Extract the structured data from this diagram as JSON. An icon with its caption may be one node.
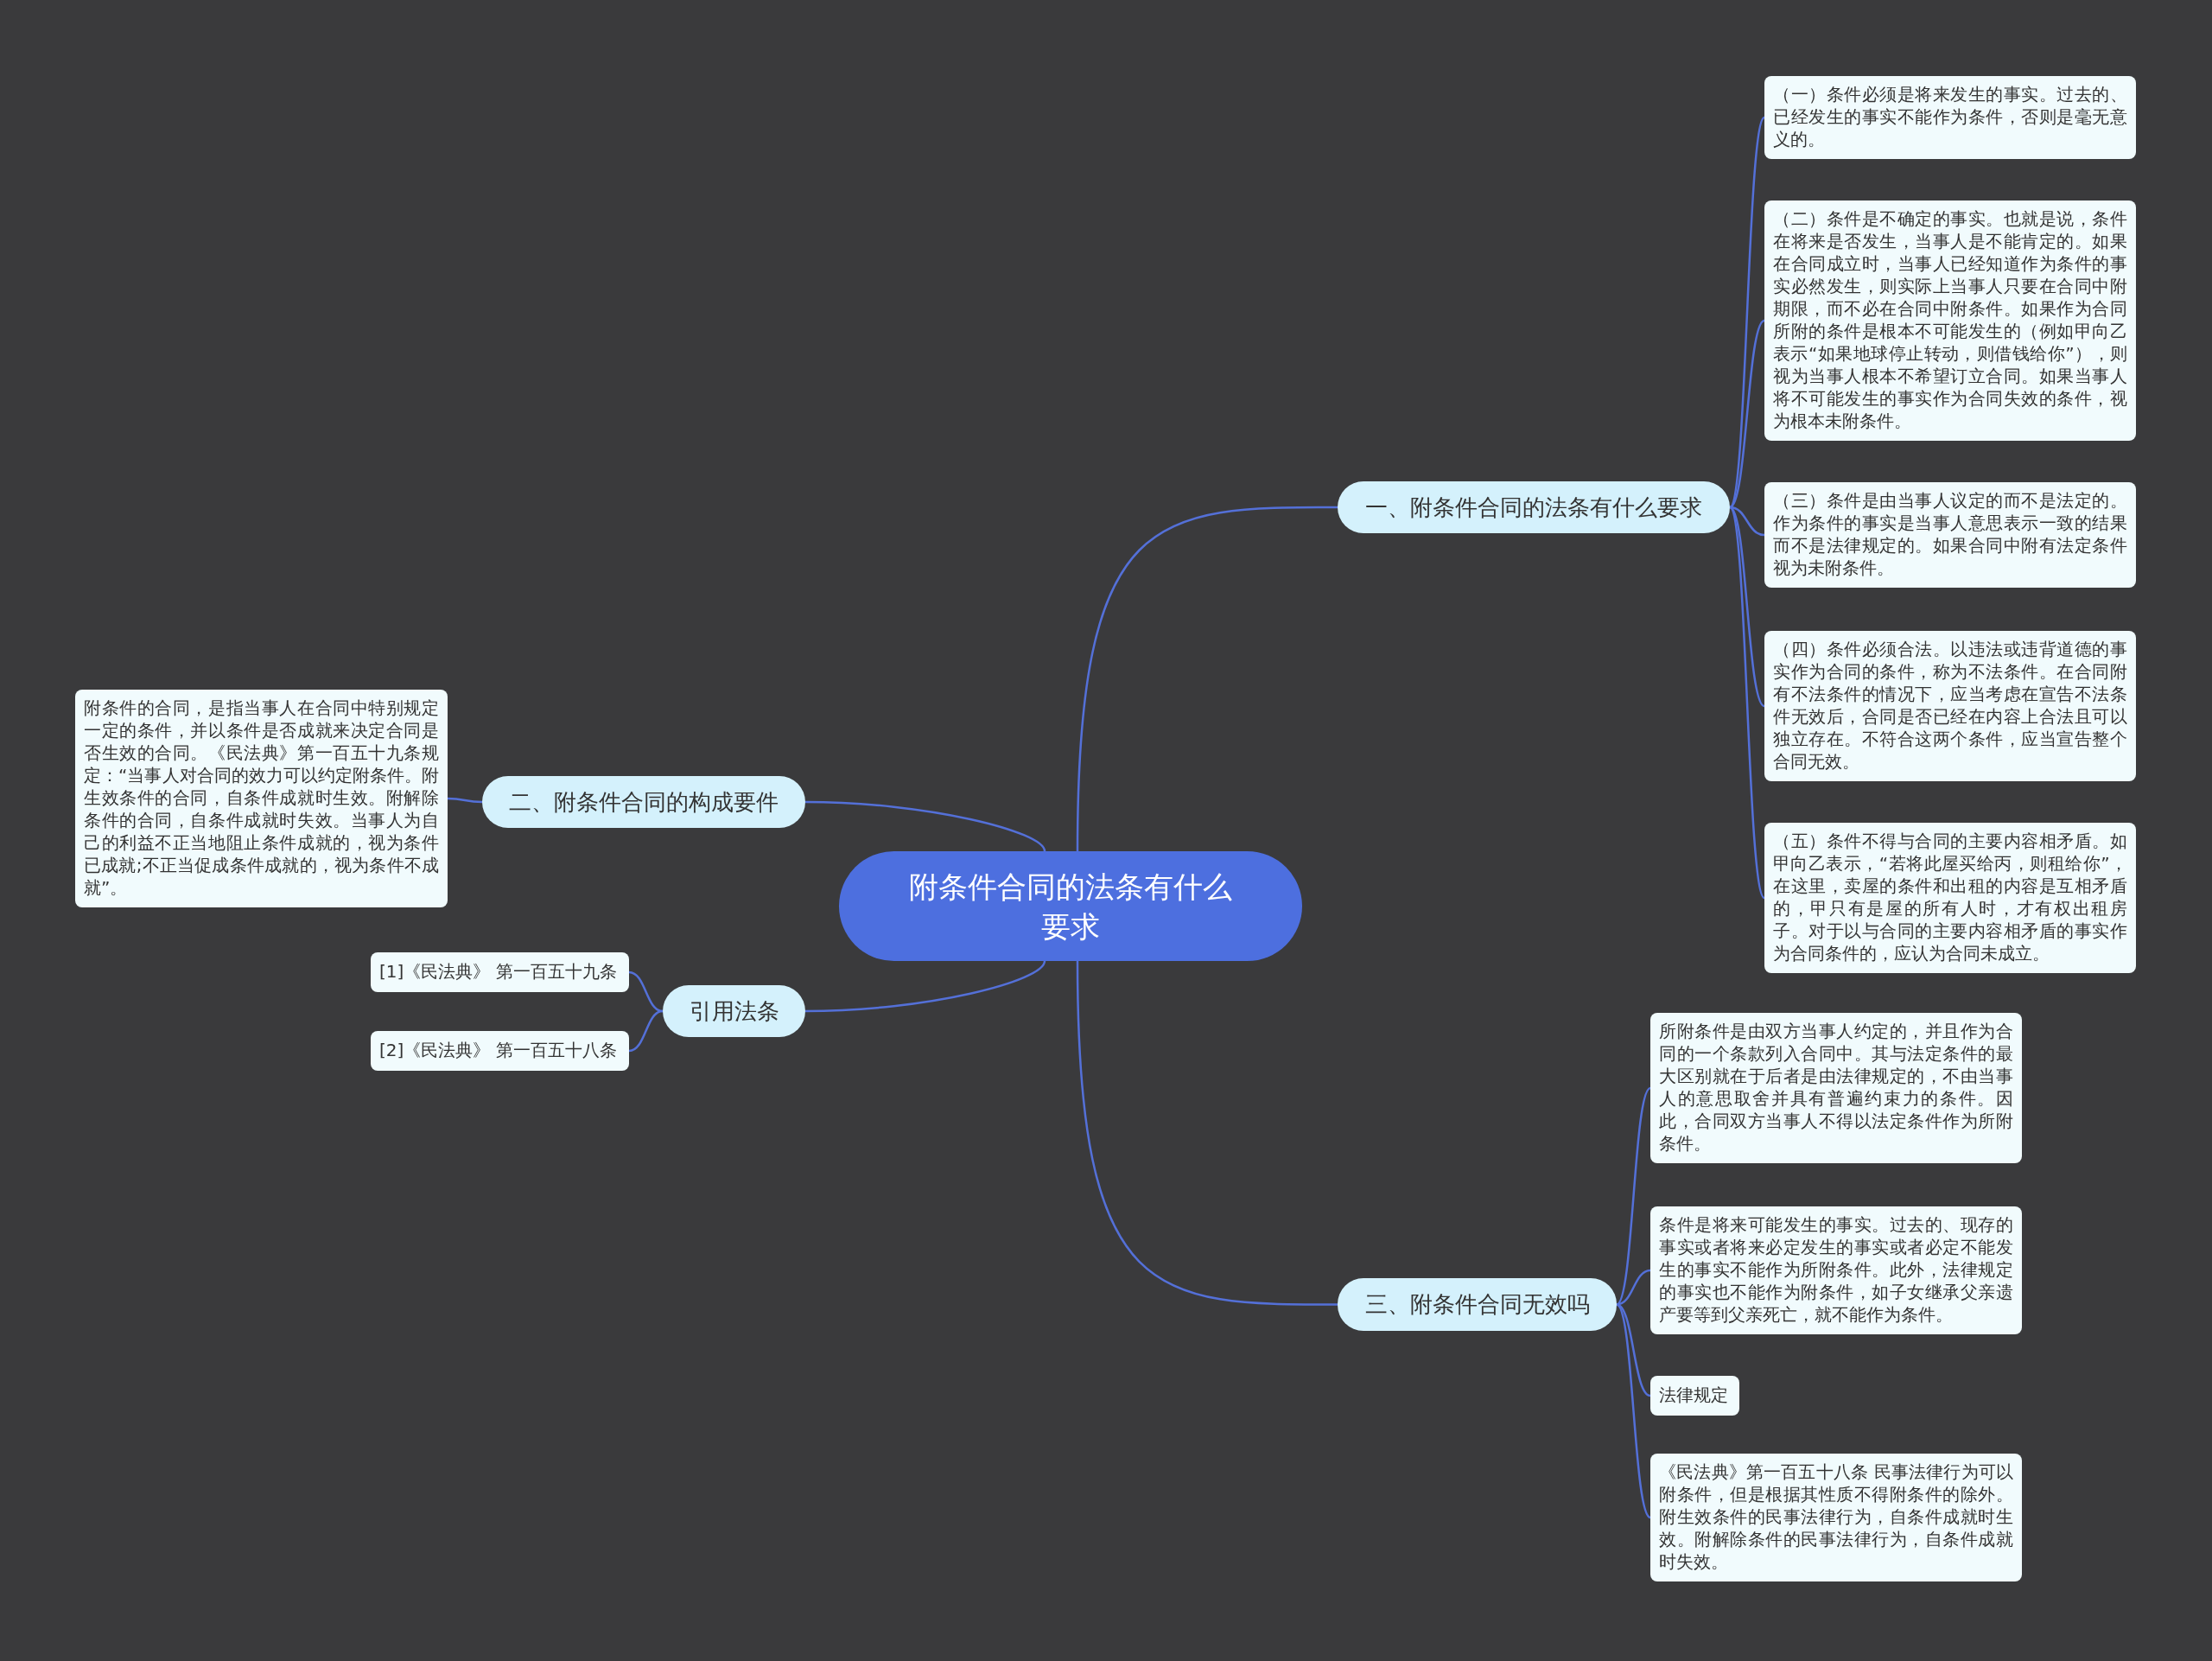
{
  "diagram": {
    "nodes": [
      {
        "text": [
          "附条件合同的法条有什么要求"
        ]
      },
      {
        "text": [
          "一、附条件合同的法条有什么要求"
        ]
      },
      {
        "text": [
          "（一）条件必须是将来发生的事实。过去的、已经发生的事实不能作为条件，否则是毫无意义的。"
        ]
      },
      {
        "text": [
          "（二）条件是不确定的事实。也就是说，条件在将来是否发生，当事人是不能肯定的。如果在合同成立时，当事人已经知道作为条件的事实必然发生，则实际上当事人只要在合同中附期限，而不必在合同中附条件。如果作为合同所附的条件是根本不可能发生的（例如甲向乙表示“如果地球停止转动，则借钱给你”），则视为当事人根本不希望订立合同。如果当事人将不可能发生的事实作为合同失效的条件，视为根本未附条件。"
        ]
      },
      {
        "text": [
          "（三）条件是由当事人议定的而不是法定的。作为条件的事实是当事人意思表示一致的结果而不是法律规定的。如果合同中附有法定条件视为未附条件。"
        ]
      },
      {
        "text": [
          "（四）条件必须合法。以违法或违背道德的事实作为合同的条件，称为不法条件。在合同附有不法条件的情况下，应当考虑在宣告不法条件无效后，合同是否已经在内容上合法且可以独立存在。不符合这两个条件，应当宣告整个合同无效。"
        ]
      },
      {
        "text": [
          "（五）条件不得与合同的主要内容相矛盾。如甲向乙表示，“若将此屋买给丙，则租给你”，在这里，卖屋的条件和出租的内容是互相矛盾的，甲只有是屋的所有人时，才有权出租房子。对于以与合同的主要内容相矛盾的事实作为合同条件的，应认为合同未成立。"
        ]
      },
      {
        "text": [
          "二、附条件合同的构成要件"
        ]
      },
      {
        "text": [
          "附条件的合同，是指当事人在合同中特别规定一定的条件，并以条件是否成就来决定合同是否生效的合同。《民法典》第一百五十九条规定：“当事人对合同的效力可以约定附条件。附生效条件的合同，自条件成就时生效。附解除条件的合同，自条件成就时失效。当事人为自己的利益不正当地阻止条件成就的，视为条件已成就;不正当促成条件成就的，视为条件不成就”。"
        ]
      },
      {
        "text": [
          "引用法条"
        ]
      },
      {
        "text": [
          "[1]《民法典》 第一百五十九条"
        ]
      },
      {
        "text": [
          "[2]《民法典》 第一百五十八条"
        ]
      },
      {
        "text": [
          "三、附条件合同无效吗"
        ]
      },
      {
        "text": [
          "所附条件是由双方当事人约定的，并且作为合同的一个条款列入合同中。其与法定条件的最大区别就在于后者是由法律规定的，不由当事人的意思取舍并具有普遍约束力的条件。因此，合同双方当事人不得以法定条件作为所附条件。"
        ]
      },
      {
        "text": [
          "条件是将来可能发生的事实。过去的、现存的事实或者将来必定发生的事实或者必定不能发生的事实不能作为所附条件。此外，法律规定的事实也不能作为附条件，如子女继承父亲遗产要等到父亲死亡，就不能作为条件。"
        ]
      },
      {
        "text": [
          "法律规定"
        ]
      },
      {
        "text": [
          "《民法典》第一百五十八条 民事法律行为可以附条件，但是根据其性质不得附条件的除外。附生效条件的民事法律行为，自条件成就时生效。附解除条件的民事法律行为，自条件成就时失效。"
        ]
      }
    ],
    "edges": [
      {
        "from": 0,
        "to": 1,
        "arrow": "none"
      },
      {
        "from": 1,
        "to": 2,
        "arrow": "none"
      },
      {
        "from": 1,
        "to": 3,
        "arrow": "none"
      },
      {
        "from": 1,
        "to": 4,
        "arrow": "none"
      },
      {
        "from": 1,
        "to": 5,
        "arrow": "none"
      },
      {
        "from": 1,
        "to": 6,
        "arrow": "none"
      },
      {
        "from": 0,
        "to": 7,
        "arrow": "none"
      },
      {
        "from": 7,
        "to": 8,
        "arrow": "none"
      },
      {
        "from": 0,
        "to": 9,
        "arrow": "none"
      },
      {
        "from": 9,
        "to": 10,
        "arrow": "none"
      },
      {
        "from": 9,
        "to": 11,
        "arrow": "none"
      },
      {
        "from": 0,
        "to": 12,
        "arrow": "none"
      },
      {
        "from": 12,
        "to": 13,
        "arrow": "none"
      },
      {
        "from": 12,
        "to": 14,
        "arrow": "none"
      },
      {
        "from": 12,
        "to": 15,
        "arrow": "none"
      },
      {
        "from": 12,
        "to": 16,
        "arrow": "none"
      }
    ]
  }
}
